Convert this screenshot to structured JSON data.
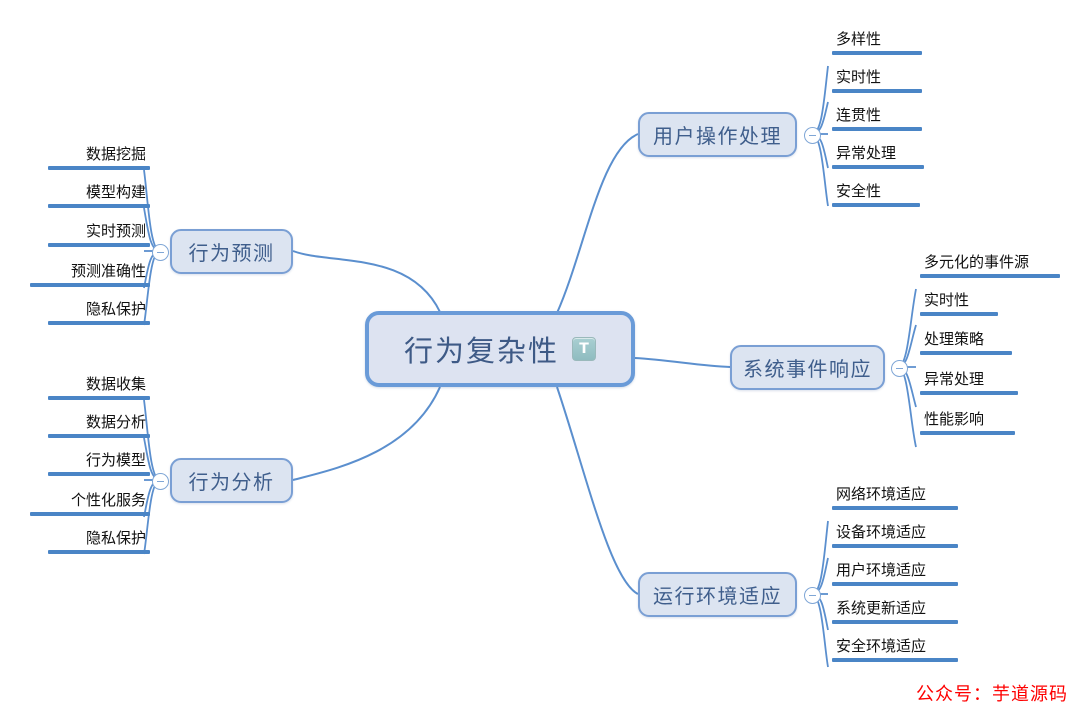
{
  "mindmap": {
    "root": {
      "label": "行为复杂性",
      "badge": "T",
      "badge_icon": "text-note-icon"
    },
    "branches": [
      {
        "id": "user-operation-handling",
        "label": "用户操作处理",
        "side": "right",
        "toggle": "collapse-toggle",
        "children": [
          "多样性",
          "实时性",
          "连贯性",
          "异常处理",
          "安全性"
        ]
      },
      {
        "id": "system-event-response",
        "label": "系统事件响应",
        "side": "right",
        "toggle": "collapse-toggle",
        "children": [
          "多元化的事件源",
          "实时性",
          "处理策略",
          "异常处理",
          "性能影响"
        ]
      },
      {
        "id": "runtime-environment-adaptation",
        "label": "运行环境适应",
        "side": "right",
        "toggle": "collapse-toggle",
        "children": [
          "网络环境适应",
          "设备环境适应",
          "用户环境适应",
          "系统更新适应",
          "安全环境适应"
        ]
      },
      {
        "id": "behavior-prediction",
        "label": "行为预测",
        "side": "left",
        "toggle": "collapse-toggle",
        "children": [
          "数据挖掘",
          "模型构建",
          "实时预测",
          "预测准确性",
          "隐私保护"
        ]
      },
      {
        "id": "behavior-analysis",
        "label": "行为分析",
        "side": "left",
        "toggle": "collapse-toggle",
        "children": [
          "数据收集",
          "数据分析",
          "行为模型",
          "个性化服务",
          "隐私保护"
        ]
      }
    ]
  },
  "watermark": {
    "text": "公众号：芋道源码"
  },
  "colors": {
    "node_fill": "#dce4f1",
    "node_border": "#7a9fd4",
    "root_border": "#6a9bd8",
    "leaf_bar": "#4a85c6",
    "link": "#5b8fce",
    "label_text": "#3f5e8c",
    "leaf_text": "#111111",
    "watermark": "#fe0000",
    "background": "#ffffff"
  }
}
